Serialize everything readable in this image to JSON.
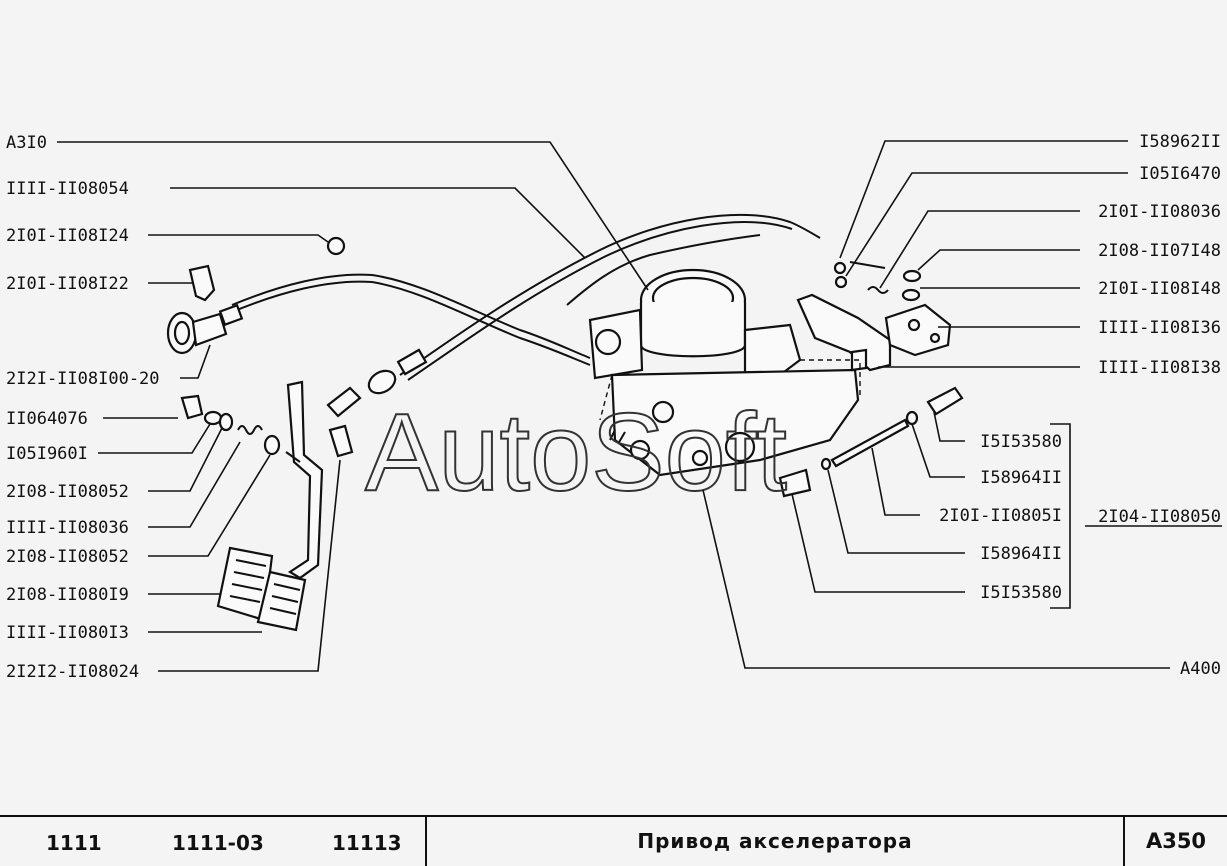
{
  "callouts_left": [
    "A3I0",
    "IIII-II08054",
    "2I0I-II08I24",
    "2I0I-II08I22",
    "2I2I-II08I00-20",
    "II064076",
    "I05I960I",
    "2I08-II08052",
    "IIII-II08036",
    "2I08-II08052",
    "2I08-II080I9",
    "IIII-II080I3",
    "2I2I2-II08024"
  ],
  "callouts_right": [
    "I58962II",
    "I05I6470",
    "2I0I-II08036",
    "2I08-II07I48",
    "2I0I-II08I48",
    "IIII-II08I36",
    "IIII-II08I38",
    "I5I53580",
    "I58964II",
    "2I0I-II0805I",
    "I58964II",
    "I5I53580",
    "A400"
  ],
  "group_callout": "2I04-II08050",
  "watermark": "AutoSoft",
  "footer": {
    "models": [
      "1111",
      "1111-03",
      "11113"
    ],
    "title": "Привод акселератора",
    "code": "A350"
  }
}
